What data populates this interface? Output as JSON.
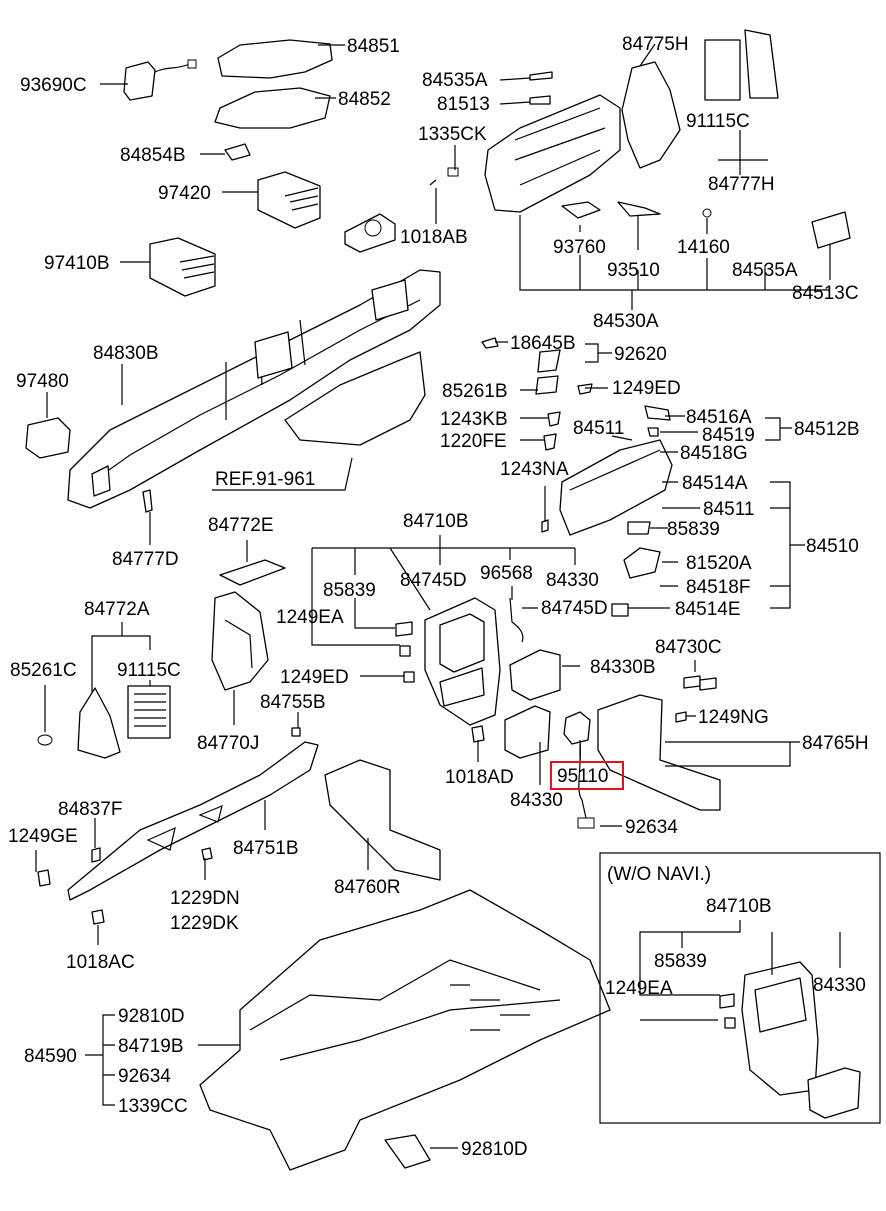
{
  "labels": {
    "p84851": "84851",
    "p93690C": "93690C",
    "p84852": "84852",
    "p84854B": "84854B",
    "p97420": "97420",
    "p97410B": "97410B",
    "p84775H": "84775H",
    "p84535A_1": "84535A",
    "p81513": "81513",
    "p1335CK": "1335CK",
    "p91115C_1": "91115C",
    "p84777H": "84777H",
    "p1018AB": "1018AB",
    "p93760": "93760",
    "p14160": "14160",
    "p93510": "93510",
    "p84535A_2": "84535A",
    "p84513C": "84513C",
    "p84530A": "84530A",
    "p84830B": "84830B",
    "p97480": "97480",
    "p18645B": "18645B",
    "p92620": "92620",
    "p85261B": "85261B",
    "p1249ED_1": "1249ED",
    "p1243KB": "1243KB",
    "p84516A": "84516A",
    "p84519": "84519",
    "p84512B": "84512B",
    "p1220FE": "1220FE",
    "p84511_1": "84511",
    "p84518G": "84518G",
    "ref": "REF.91-961",
    "p1243NA": "1243NA",
    "p84514A": "84514A",
    "p84511_2": "84511",
    "p84777D": "84777D",
    "p84772E": "84772E",
    "p84710B_1": "84710B",
    "p85839_1": "85839",
    "p85839_2": "85839",
    "p84510": "84510",
    "p84745D_1": "84745D",
    "p96568": "96568",
    "p84330_1": "84330",
    "p81520A": "81520A",
    "p84772A": "84772A",
    "p84518F": "84518F",
    "p1249EA_1": "1249EA",
    "p84745D_2": "84745D",
    "p84514E": "84514E",
    "p85261C": "85261C",
    "p91115C_2": "91115C",
    "p84730C": "84730C",
    "p1249ED_2": "1249ED",
    "p84330B": "84330B",
    "p84755B": "84755B",
    "p84770J": "84770J",
    "p1249NG": "1249NG",
    "p84765H": "84765H",
    "p95110": "95110",
    "p1018AD": "1018AD",
    "p84330_2": "84330",
    "p84837F": "84837F",
    "p92634_1": "92634",
    "p1249GE": "1249GE",
    "p84751B": "84751B",
    "p84760R": "84760R",
    "p1229DN": "1229DN",
    "p1229DK": "1229DK",
    "wo_navi": "(W/O NAVI.)",
    "p84710B_2": "84710B",
    "p1018AC": "1018AC",
    "p85839_3": "85839",
    "p1249EA_2": "1249EA",
    "p84330_3": "84330",
    "p92810D_1": "92810D",
    "p84590": "84590",
    "p84719B": "84719B",
    "p92634_2": "92634",
    "p1339CC": "1339CC",
    "p92810D_2": "92810D"
  },
  "colors": {
    "highlight": "#e0141e",
    "line": "#000000",
    "background": "#ffffff"
  }
}
